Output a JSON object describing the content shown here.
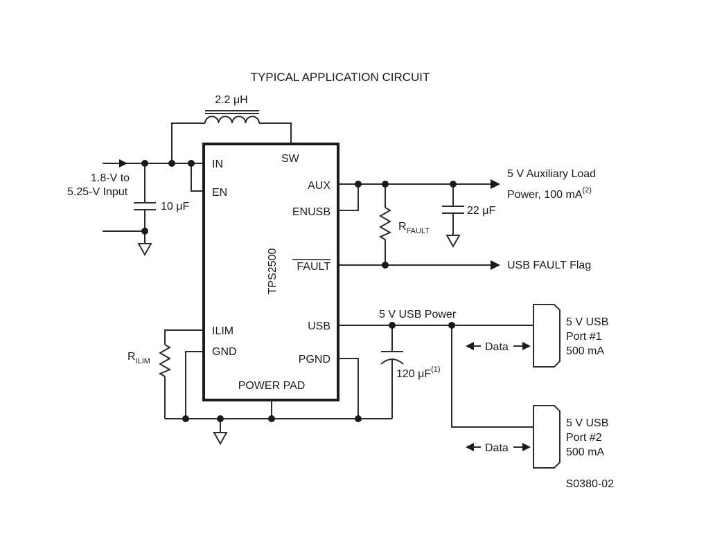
{
  "title": "TYPICAL APPLICATION CIRCUIT",
  "figure_id": "S0380-02",
  "chip": {
    "name": "TPS2500",
    "pins": {
      "in": "IN",
      "en": "EN",
      "sw": "SW",
      "aux": "AUX",
      "enusb": "ENUSB",
      "fault": "FAULT",
      "ilim": "ILIM",
      "gnd": "GND",
      "usb": "USB",
      "pgnd": "PGND",
      "power_pad": "POWER PAD"
    }
  },
  "inductor": {
    "value": "2.2 μH"
  },
  "input": {
    "line1": "1.8-V to",
    "line2": "5.25-V Input"
  },
  "caps": {
    "input": "10 μF",
    "aux": "22 μF",
    "usb": "120 μF",
    "usb_note": "(1)"
  },
  "resistors": {
    "fault": {
      "main": "R",
      "sub": "FAULT"
    },
    "ilim": {
      "main": "R",
      "sub": "ILIM"
    }
  },
  "outputs": {
    "aux_line1": "5 V Auxiliary Load",
    "aux_line2": "Power, 100 mA",
    "aux_note": "(2)",
    "fault_flag": "USB FAULT Flag",
    "usb_power": "5 V USB Power"
  },
  "ports": [
    {
      "line1": "5 V USB",
      "line2": "Port #1",
      "line3": "500 mA",
      "data": "Data"
    },
    {
      "line1": "5 V USB",
      "line2": "Port #2",
      "line3": "500 mA",
      "data": "Data"
    }
  ]
}
